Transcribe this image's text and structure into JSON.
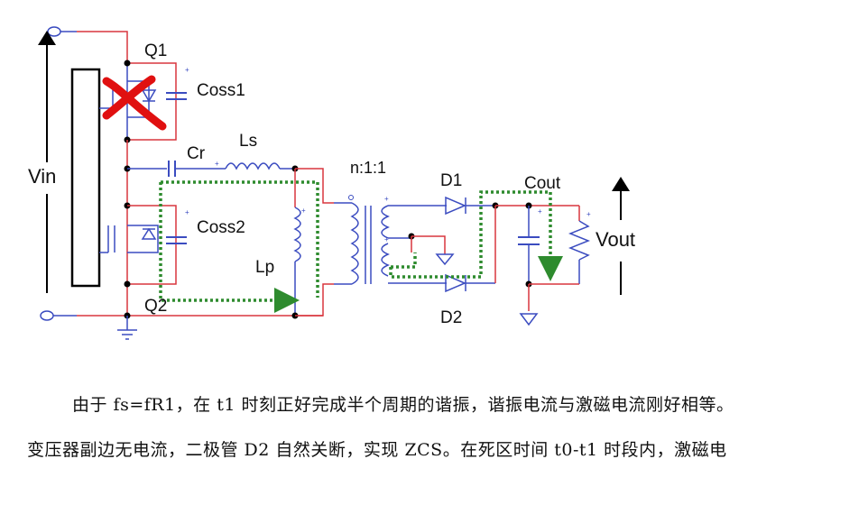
{
  "figure": {
    "labels": {
      "q1": "Q1",
      "q2": "Q2",
      "coss1": "Coss1",
      "coss2": "Coss2",
      "cr": "Cr",
      "ls": "Ls",
      "lp": "Lp",
      "ratio": "n:1:1",
      "d1": "D1",
      "d2": "D2",
      "cout": "Cout",
      "vin": "Vin",
      "vout": "Vout"
    },
    "colors": {
      "wire_red": "#d9363e",
      "wire_blue": "#3b4cc0",
      "current_path": "#2e8b2e",
      "cross_mark": "#e01010"
    }
  },
  "text": {
    "line1": "由于 fs=fR1，在 t1 时刻正好完成半个周期的谐振，谐振电流与激磁电流刚好相等。",
    "line2": "变压器副边无电流，二极管 D2 自然关断，实现 ZCS。在死区时间 t0-t1 时段内，激磁电"
  }
}
